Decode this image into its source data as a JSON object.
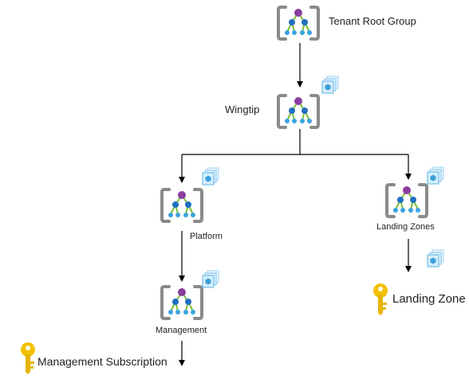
{
  "nodes": {
    "tenant_root": {
      "label": "Tenant Root Group"
    },
    "wingtip": {
      "label": "Wingtip"
    },
    "platform": {
      "label": "Platform"
    },
    "landing_zones": {
      "label": "Landing Zones"
    },
    "management": {
      "label": "Management"
    }
  },
  "subscriptions": {
    "management": {
      "label": "Management Subscription"
    },
    "landing_zone": {
      "label": "Landing Zone"
    }
  },
  "colors": {
    "bracket": "#8a8a8a",
    "root_dot": "#8b3d9e",
    "mid_dot": "#1f6fc0",
    "leaf_dot": "#3aa3e0",
    "branch_line": "#7bbf3a",
    "policy_badge": "#5ab4e8",
    "policy_badge_fill": "#d6eefb",
    "key": "#f2c200",
    "connector": "#000000"
  },
  "icons": {
    "management_group": "management-group-icon",
    "policy": "policy-stack-icon",
    "subscription": "subscription-key-icon"
  }
}
